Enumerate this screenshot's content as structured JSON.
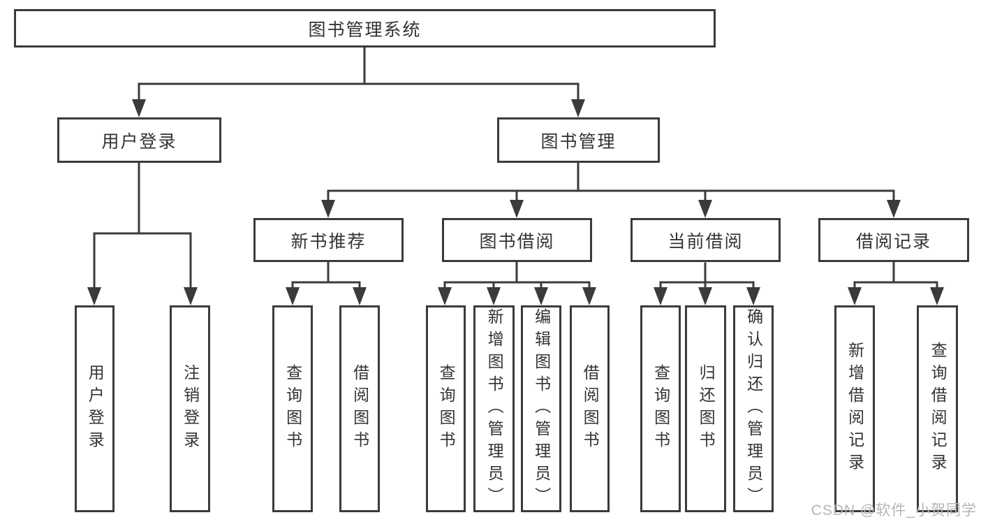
{
  "diagram": {
    "type": "hierarchy-tree",
    "tree": {
      "label": "图书管理系统",
      "children": [
        {
          "label": "用户登录",
          "children": [
            {
              "label": "用户登录"
            },
            {
              "label": "注销登录"
            }
          ]
        },
        {
          "label": "图书管理",
          "children": [
            {
              "label": "新书推荐",
              "children": [
                {
                  "label": "查询图书"
                },
                {
                  "label": "借阅图书"
                }
              ]
            },
            {
              "label": "图书借阅",
              "children": [
                {
                  "label": "查询图书"
                },
                {
                  "label": "新增图书（管理员）"
                },
                {
                  "label": "编辑图书（管理员）"
                },
                {
                  "label": "借阅图书"
                }
              ]
            },
            {
              "label": "当前借阅",
              "children": [
                {
                  "label": "查询图书"
                },
                {
                  "label": "归还图书"
                },
                {
                  "label": "确认归还（管理员）"
                }
              ]
            },
            {
              "label": "借阅记录",
              "children": [
                {
                  "label": "新增借阅记录"
                },
                {
                  "label": "查询借阅记录"
                }
              ]
            }
          ]
        }
      ]
    },
    "colors": {
      "line": "#3b3b3b",
      "box_border": "#3b3b3b",
      "box_background": "#ffffff",
      "text": "#333333",
      "page_background": "#ffffff",
      "watermark": "#b5b5b5"
    }
  },
  "watermark": "CSDN @软件_小贺同学"
}
